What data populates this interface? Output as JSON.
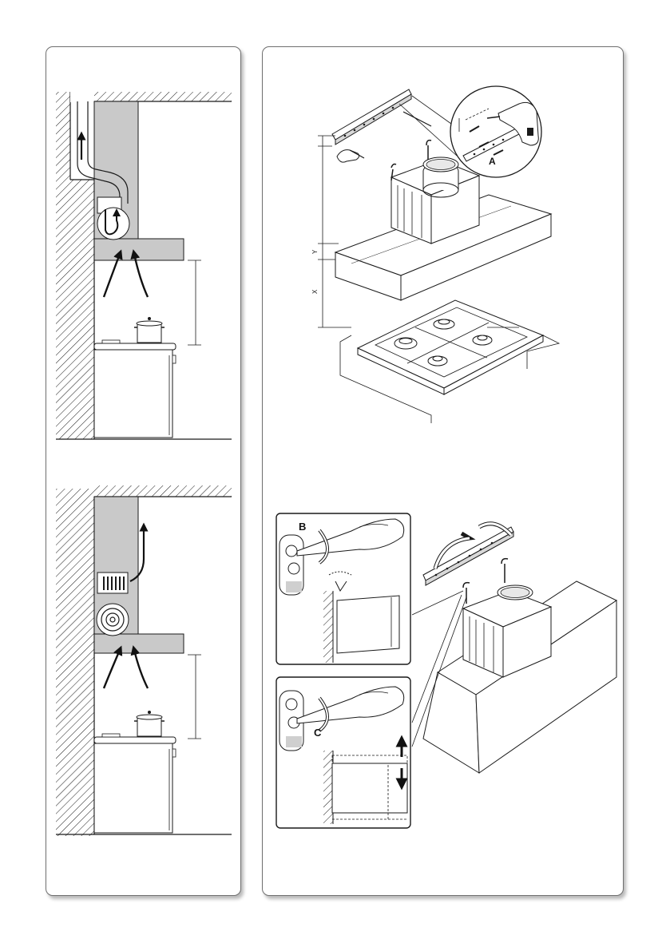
{
  "figure": {
    "labels": {
      "bracket": "A",
      "screw_upper": "B",
      "screw_lower": "C",
      "dim_height": "X",
      "dim_offset": "Y"
    }
  },
  "colors": {
    "hood_gray": "#c9c9c9",
    "line": "#1a1a1a",
    "frame": "#6f6f6f",
    "shadow": "#9a9a9a"
  }
}
